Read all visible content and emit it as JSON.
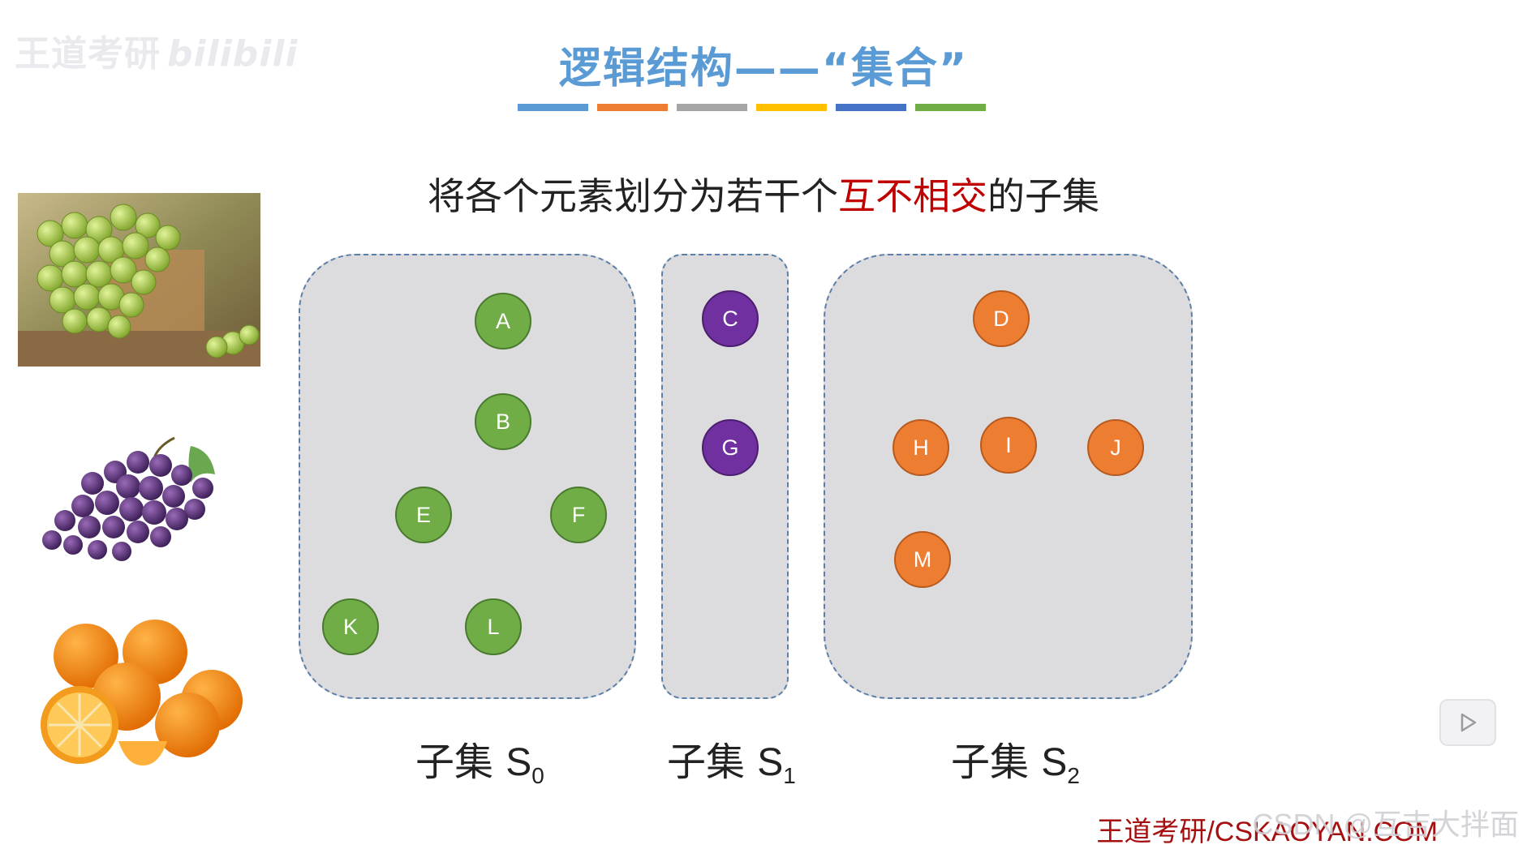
{
  "watermark": {
    "text": "王道考研",
    "bili": "bilibili"
  },
  "title": "逻辑结构——“集合”",
  "color_bar": [
    "#5b9bd5",
    "#ed7d31",
    "#a5a5a5",
    "#ffc000",
    "#4472c4",
    "#70ad47"
  ],
  "subtitle": {
    "before": "将各个元素划分为若干个",
    "highlight": "互不相交",
    "after": "的子集"
  },
  "images": [
    "green-grapes-image",
    "purple-grapes-image",
    "oranges-image"
  ],
  "subsets": [
    {
      "label": "子集 ",
      "var": "S",
      "sub": "0",
      "color": "#70ad47",
      "nodes": [
        "A",
        "B",
        "E",
        "F",
        "K",
        "L"
      ]
    },
    {
      "label": "子集 ",
      "var": "S",
      "sub": "1",
      "color": "#7030a0",
      "nodes": [
        "C",
        "G"
      ]
    },
    {
      "label": "子集 ",
      "var": "S",
      "sub": "2",
      "color": "#ed7d31",
      "nodes": [
        "D",
        "H",
        "I",
        "J",
        "M"
      ]
    }
  ],
  "brand": "王道考研/CSKAOYAN.COM",
  "csdn_watermark": "CSDN @互吉大拌面"
}
